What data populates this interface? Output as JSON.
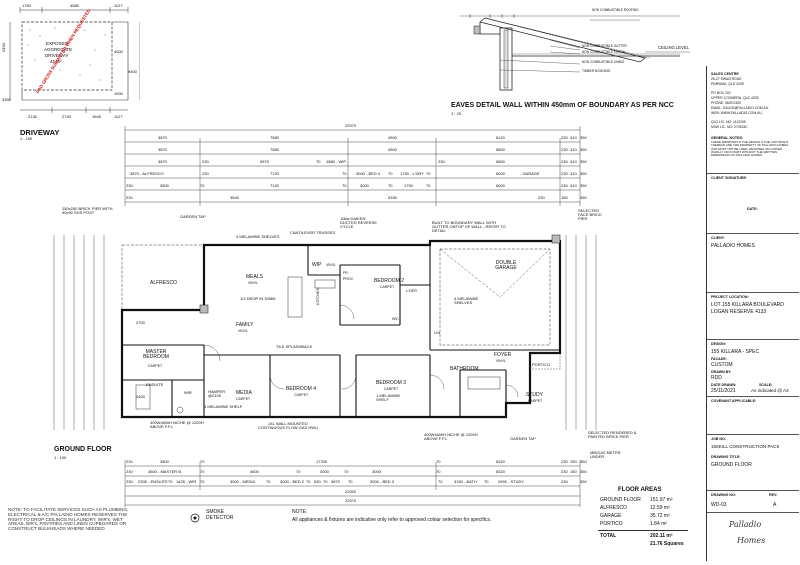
{
  "driveway": {
    "title": "DRIVEWAY",
    "scale": "1 : 150",
    "label_line1": "EXPOSED",
    "label_line2": "AGGREGATE",
    "label_line3": "DRIVEWAY",
    "label_line4": "41 m²",
    "stamp": "PAD CROSS SUBMITTED WHEN REQUESTED",
    "dims_top": [
      "1760",
      "4585",
      "1127"
    ],
    "dims_bottom": [
      "2130",
      "2740",
      "1645",
      "1127"
    ],
    "dims_left": [
      "5490",
      "3350"
    ],
    "dims_right": [
      "9400",
      "4000",
      "1900"
    ]
  },
  "eaves": {
    "title": "EAVES DETAIL WALL WITHIN 450mm OF BOUNDARY AS PER NCC",
    "scale": "1 : 25",
    "notes": [
      "NON COMBUSTIBLE ROOFING",
      "NON COMBUSTIBLE GUTTER",
      "NON COMBUSTIBLE FASCIA",
      "NON COMBUSTIBLE LINING",
      "TIMBER NOGGING"
    ],
    "ceiling_level": "CEILING LEVEL"
  },
  "top_dims": {
    "overall": "22970",
    "row1": [
      "3870",
      "7580",
      "4500",
      "6120",
      "230",
      "410",
      "350"
    ],
    "row2": [
      "3870",
      "7580",
      "4500",
      "5800",
      "230",
      "410",
      "350"
    ],
    "row3": [
      "3870",
      "230",
      "5570",
      "70",
      "1880 - WIP",
      "230",
      "5800",
      "230",
      "410",
      "350"
    ],
    "row4": [
      "3870 - ALFRESCO",
      "230",
      "7120",
      "70",
      "3000 - BED 4",
      "70",
      "1750 - L'DRY",
      "70",
      "6000",
      "- GARAGE",
      "230",
      "410",
      "350"
    ],
    "row5": [
      "230",
      "3800",
      "70",
      "7120",
      "70",
      "3000",
      "70",
      "1750",
      "70",
      "6000",
      "230",
      "410",
      "350"
    ],
    "row6": [
      "230",
      "3640",
      "5330",
      "230",
      "150",
      "350"
    ]
  },
  "bottom_dims": {
    "row1": [
      "230",
      "3800",
      "70",
      "17330",
      "70",
      "6320",
      "230",
      "150",
      "350"
    ],
    "row2": [
      "230",
      "3600 - MASTER B.",
      "70",
      "3600",
      "70",
      "3000",
      "70",
      "3000",
      "70",
      "6320",
      "230",
      "150",
      "350"
    ],
    "row3": [
      "230",
      "2305 - ENSUITE",
      "70",
      "1425 - WIR",
      "70",
      "3000 - MEDIA",
      "70",
      "3000 - BED 2",
      "70",
      "530",
      "70",
      "3870",
      "70",
      "3000 - BED 3",
      "70",
      "3150 - BATH",
      "70",
      "2990 - STUDY",
      "230",
      "350"
    ],
    "row4": [
      "22920"
    ],
    "row5": [
      "22970"
    ]
  },
  "plan": {
    "title": "GROUND FLOOR",
    "scale": "1 : 100",
    "rooms": {
      "alfresco": "ALFRESCO",
      "meals": "MEALS",
      "meals_floor": "VINYL",
      "family": "FAMILY",
      "family_floor": "VINYL",
      "kitchen": "KITCHEN",
      "wip": "WIP",
      "wip_floor": "VINYL",
      "fr": "FR",
      "prov": "PROV.",
      "bed2": "BEDROOM 2",
      "bed2_floor": "CARPET",
      "ldry": "L'DRY",
      "garage": "DOUBLE GARAGE",
      "master": "MASTER BEDROOM",
      "master_floor": "CARPET",
      "ensuite": "ENSUITE",
      "wir": "WIR",
      "media": "MEDIA",
      "media_floor": "CARPET",
      "bed4": "BEDROOM 4",
      "bed4_floor": "CARPET",
      "bed3": "BEDROOM 3",
      "bed3_floor": "CARPET",
      "bath": "BATHROOM",
      "foyer": "FOYER",
      "foyer_floor": "VINYL",
      "portico": "PORTICO",
      "study": "STUDY",
      "study_floor": "CARPET",
      "wc": "WC",
      "linen": "LIN"
    },
    "callouts": {
      "brick_pier": "250x250 BRICK PIER WITH 90x90 SHS POST",
      "garden_tap_top": "GARDEN TAP",
      "shelves4": "4 MELAMINE SHELVES",
      "cantilever": "CANTILEVER TRUSSES",
      "daiken": "10kw DAIKEN DUCTED REVERSE CYCLE",
      "boundary_wall": "BUILT TO BOUNDARY WALL WITH GUTTER ONTOP OF WALL - REFER TO DETAIL",
      "selected_face": "SELECTED FACE BRICK PIER",
      "half_drop": "1/2 DROP IN 30MM",
      "garage_shelves": "4 MELAMINE SHELVES",
      "tile_splash": "TILE SPLASHBACK",
      "hamper": "HAMPER @2100",
      "wir_shelf": "1 MELAMINE SHELF",
      "tv_wall": "24L WALL MOUNTED CONTINUOUS FLOW GAS HWU",
      "niche1": "400Wx600H NICHE @ 1200H ABOVE F.F.L",
      "niche2": "400Wx600H NICHE @ 1200H ABOVE F.F.L",
      "bed3_shelf": "1 MELAMINE SHELF",
      "garden_tap_bot": "GARDEN TAP",
      "rendered_pier": "SELECTED RENDERED & PAINTED BRICK PIER",
      "gas_meter": "MB/GAS METER UNDER",
      "ceiling_2700": "2700",
      "ceiling_2400": "2400"
    }
  },
  "floor_areas": {
    "title": "FLOOR AREAS",
    "rows": [
      {
        "name": "GROUND FLOOR",
        "value": "151.97 m²"
      },
      {
        "name": "ALFRESCO",
        "value": "12.59 m²"
      },
      {
        "name": "GARAGE",
        "value": "35.72 m²"
      },
      {
        "name": "PORTICO",
        "value": "1.84 m²"
      }
    ],
    "total_label": "TOTAL",
    "total_value": "202.11 m²",
    "squares": "21.76 Squares"
  },
  "note_left": "NOTE: TO FACILITATE SERVICES SUCH AS PLUMBING, ELECTRICAL & A/C PALLADIO HOMES RESERVES THE RIGHT TO DROP CEILINGS IN LAUNDRY, WIR's, WET AREAS, BIR's, PANTRIES AND LINEN CUPBOARDS OR CONSTRUCT BULKHEADS WHERE NEEDED",
  "legend": {
    "smoke_line1": "SMOKE",
    "smoke_line2": "DETECTOR",
    "note_label": "NOTE:",
    "note_text": "All appliances & fixtures are indicative only refer to approved colour selection for specifics."
  },
  "titleblock": {
    "sales_centre": "SALES CENTRE",
    "address1": "25-27 SWAN ROAD",
    "address2": "PIMPAMA, QLD 4209",
    "po_box": "PO BOX 202",
    "po_addr": "UPPER COOMERA, QLD 4209",
    "phone": "PHONE: 5649 0300",
    "email": "EMAIL: SALES@PALLADIO.COM.AU",
    "web": "WEB: WWW.PALLADIO.COM.AU",
    "qld_lic": "QLD LIC. NO: 1112205",
    "nsw_lic": "NSW LIC. NO: 270433C",
    "general_notes_h": "GENERAL NOTES:",
    "general_notes": "THESE DRAWINGS & THE DESIGN & THE COPYRIGHT THEREOF ARE THE PROPERTY OF PALLADIO HOMES AND MUST NOT BE USED, RETAINED OR COPIED WHOLLY OR IN PART WITHOUT THE WRITTEN PERMISSION OF PALLADIO HOMES",
    "client_sig_h": "CLIENT SIGNATURE:",
    "date_h": "DATE:",
    "client_h": "CLIENT:",
    "client": "PALLADIO HOMES",
    "location_h": "PROJECT LOCATION:",
    "location1": "LOT 155 KILLARA BOULEVARD",
    "location2": "LOGAN RESERVE 4133",
    "design_h": "DESIGN:",
    "design": "155 KILLARA - SPEC",
    "facade_h": "FACADE:",
    "facade": "CUSTOM",
    "drawn_h": "DRAWN BY:",
    "drawn": "RDD",
    "date_drawn_h": "DATE DRAWN:",
    "date_drawn": "25/11/2021",
    "scale_h": "SCALE:",
    "scale": "As indicated @ A3",
    "covenant_h": "COVENANT APPLICABLE:",
    "job_h": "JOB NO:",
    "job": "155KILL CONSTRUCTION PACK",
    "drawing_title_h": "DRAWING TITLE:",
    "drawing_title": "GROUND FLOOR",
    "drawing_no_h": "DRAWING NO:",
    "drawing_no": "WD-03",
    "rev_h": "REV:",
    "rev": "A",
    "logo_line1": "Palladio",
    "logo_line2": "Homes"
  }
}
